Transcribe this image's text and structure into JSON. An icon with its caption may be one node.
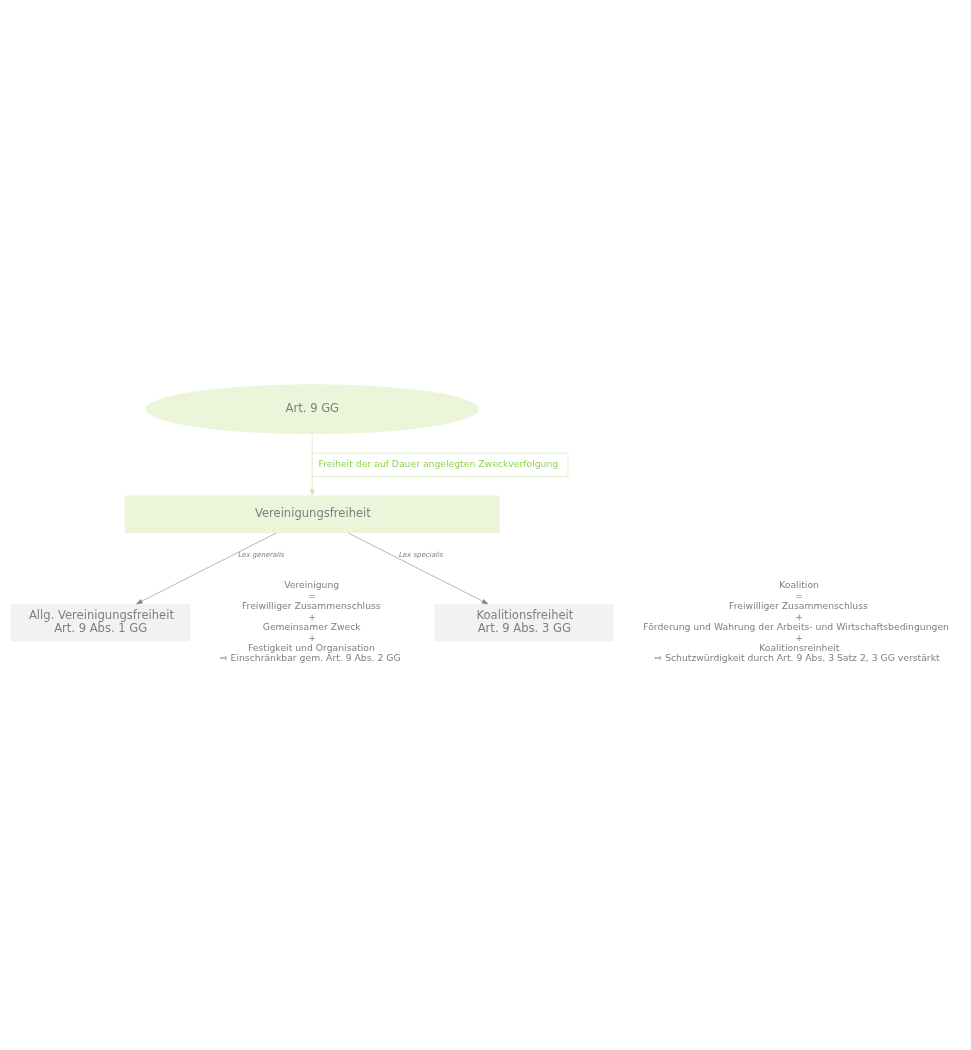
{
  "diagram": {
    "nodes": [
      {
        "text": [
          "Art. 9 GG"
        ]
      },
      {
        "text": [
          "Vereinigungsfreiheit"
        ]
      },
      {
        "text": [
          "Allg. Vereinigungsfreiheit",
          "Art. 9 Abs. 1 GG"
        ],
        "beside": [
          "Vereinigung",
          "=",
          "Freiwilliger Zusammenschluss",
          "+",
          "Gemeinsamer Zweck",
          "+",
          "Festigkeit und Organisation",
          "⇨ Einschränkbar gem. Art. 9 Abs. 2 GG"
        ]
      },
      {
        "text": [
          "Koalitionsfreiheit",
          "Art. 9 Abs. 3 GG"
        ],
        "beside": [
          "Koalition",
          "=",
          "Freiwilliger Zusammenschluss",
          "+",
          "Förderung und Wahrung der Arbeits- und Wirtschaftsbedingungen",
          "+",
          "Koalitionsreinheit",
          "⇨ Schutzwürdigkeit durch Art. 9 Abs. 3 Satz 2, 3 GG verstärkt"
        ]
      }
    ],
    "edges": [
      {
        "from": 0,
        "to": 1,
        "arrow": "to",
        "label": "Freiheit der auf Dauer angelegten Zweckverfolgung",
        "color": "#c9e6a8"
      },
      {
        "from": 1,
        "to": 2,
        "arrow": "to",
        "label": "Lex generalis"
      },
      {
        "from": 1,
        "to": 3,
        "arrow": "to",
        "label": "Lex specialis"
      }
    ]
  }
}
